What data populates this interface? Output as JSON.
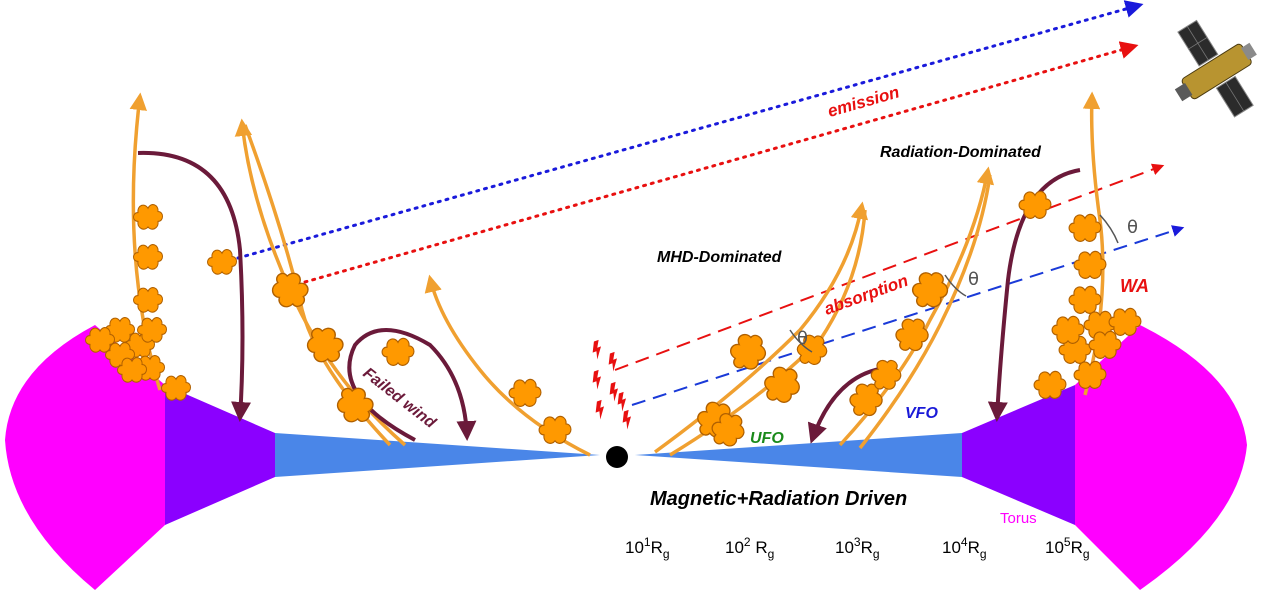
{
  "labels": {
    "emission": "emission",
    "absorption": "absorption",
    "radiation_dominated": "Radiation-Dominated",
    "mhd_dominated": "MHD-Dominated",
    "failed_wind": "Failed wind",
    "ufo": "UFO",
    "vfo": "VFO",
    "wa": "WA",
    "theta": "θ",
    "title": "Magnetic+Radiation Driven",
    "torus": "Torus"
  },
  "scale": {
    "unit": "R",
    "subscript": "g",
    "ticks": [
      {
        "base": "10",
        "exp": "1"
      },
      {
        "base": "10",
        "exp": "2"
      },
      {
        "base": "10",
        "exp": "3"
      },
      {
        "base": "10",
        "exp": "4"
      },
      {
        "base": "10",
        "exp": "5"
      }
    ]
  },
  "colors": {
    "torus_outer": "#ff00ff",
    "torus_inner": "#8b00ff",
    "disk": "#4a86e8",
    "outflow_line": "#f0a030",
    "cloud": "#ff9900",
    "cloud_edge": "#b06000",
    "failed_arrow": "#6b1a3a",
    "emission_blue": "#1a1adb",
    "emission_red": "#e81010",
    "absorption_red": "#e81010",
    "absorption_blue": "#1a3ad8",
    "ufo_green": "#1a8a1a",
    "vfo_blue": "#1a1ad8",
    "wa_red": "#e81010",
    "theta_gray": "#555555",
    "lightning": "#e81010"
  },
  "icons": {
    "black_hole": "black-hole-icon",
    "satellite": "satellite-icon",
    "lightning": "lightning-icon"
  }
}
